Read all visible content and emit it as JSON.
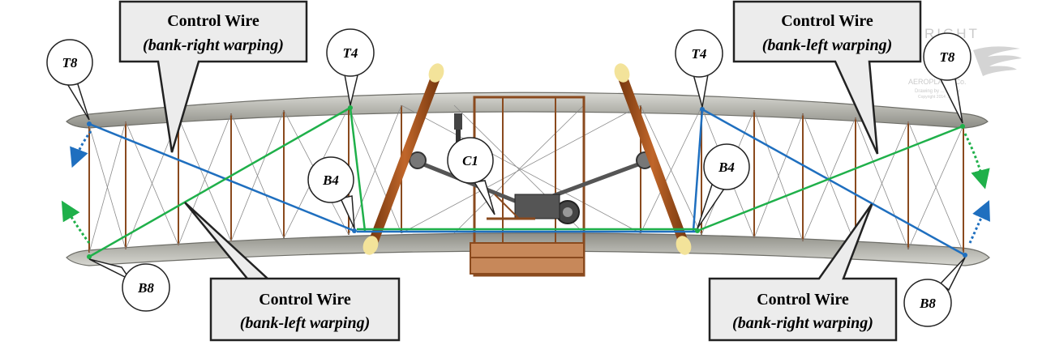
{
  "callouts": {
    "top_left": {
      "title": "Control Wire",
      "subtitle": "(bank-right warping)"
    },
    "top_right": {
      "title": "Control Wire",
      "subtitle": "(bank-left warping)"
    },
    "bottom_left": {
      "title": "Control Wire",
      "subtitle": "(bank-left warping)"
    },
    "bottom_right": {
      "title": "Control Wire",
      "subtitle": "(bank-right warping)"
    }
  },
  "labels": {
    "t8_left": "T8",
    "t4_left": "T4",
    "b4_left": "B4",
    "b8_left": "B8",
    "c1": "C1",
    "t4_right": "T4",
    "b4_right": "B4",
    "t8_right": "T8",
    "b8_right": "B8"
  },
  "watermark": {
    "name": "RIGHT",
    "company": "AEROPLANE Co.",
    "credit": "Drawing by ... Engler",
    "copyright": "Copyright 2014 ..."
  },
  "colors": {
    "blue_wire": "#1f6fbf",
    "green_wire": "#1fb04a",
    "wing": "#a9a9a2",
    "strut": "#8a4a1e",
    "propeller": "#a0521c",
    "prop_tip": "#f3e39a",
    "callout_fill": "#ececec"
  }
}
